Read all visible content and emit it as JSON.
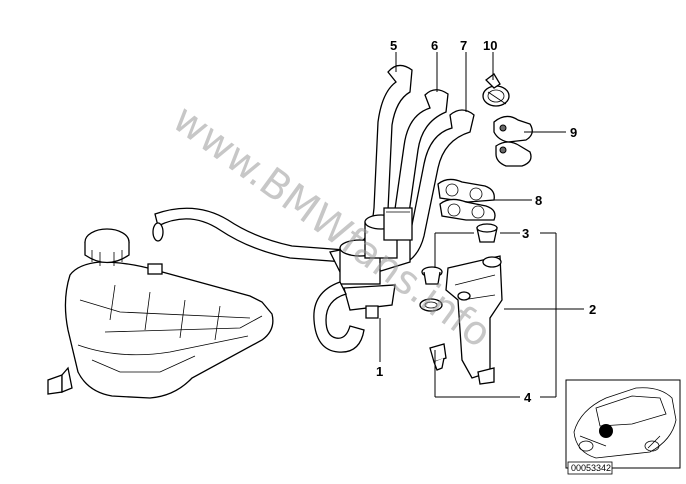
{
  "labels": {
    "p1": "1",
    "p2": "2",
    "p3": "3",
    "p4": "4",
    "p5": "5",
    "p6": "6",
    "p7": "7",
    "p8": "8",
    "p9": "9",
    "p10": "10"
  },
  "watermark": "www.BMWfans.info",
  "diagram_code": "00053342"
}
